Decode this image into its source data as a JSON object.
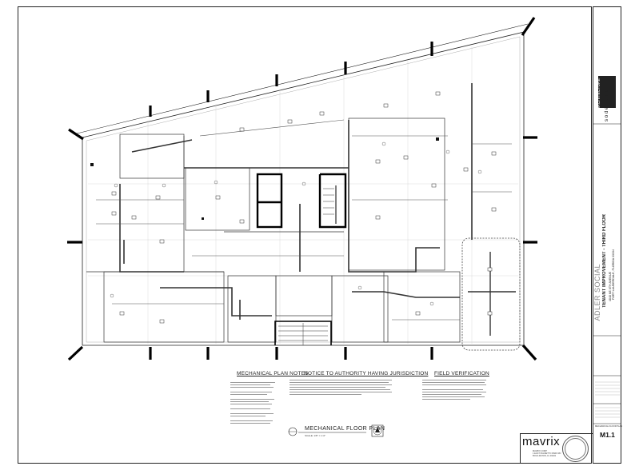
{
  "project": {
    "name": "ADLER SOCIAL",
    "subtitle": "TENANT IMPROVEMENT - THIRD FLOOR",
    "address_line1": "4848 NE 6TH AVENUE",
    "address_line2": "FORT LAUDERDALE, FLORIDA 33334"
  },
  "architect": {
    "name": "soderlund",
    "label": "ARCHITECTURE"
  },
  "notes": {
    "mechanical_plan_notes": "MECHANICAL PLAN NOTES",
    "notice_authority": "NOTICE TO AUTHORITY HAVING JURISDICTION",
    "field_verification": "FIELD VERIFICATION"
  },
  "drawing": {
    "plan_title": "MECHANICAL FLOOR PLAN",
    "scale": "SCALE: 1/8\" = 1'-0\"",
    "sheet_title": "MECHANICAL FLOOR PLAN",
    "sheet_number": "M1.1"
  },
  "engineer": {
    "name": "mavrix",
    "line1": "MAVRIX CORP",
    "line2": "1 EAST PALMETTO PARK RD",
    "line3": "BOCA RATON, FL 33432"
  },
  "colors": {
    "line": "#222222",
    "light_line": "#9a9a9a",
    "wall": "#000000",
    "background": "#ffffff"
  }
}
